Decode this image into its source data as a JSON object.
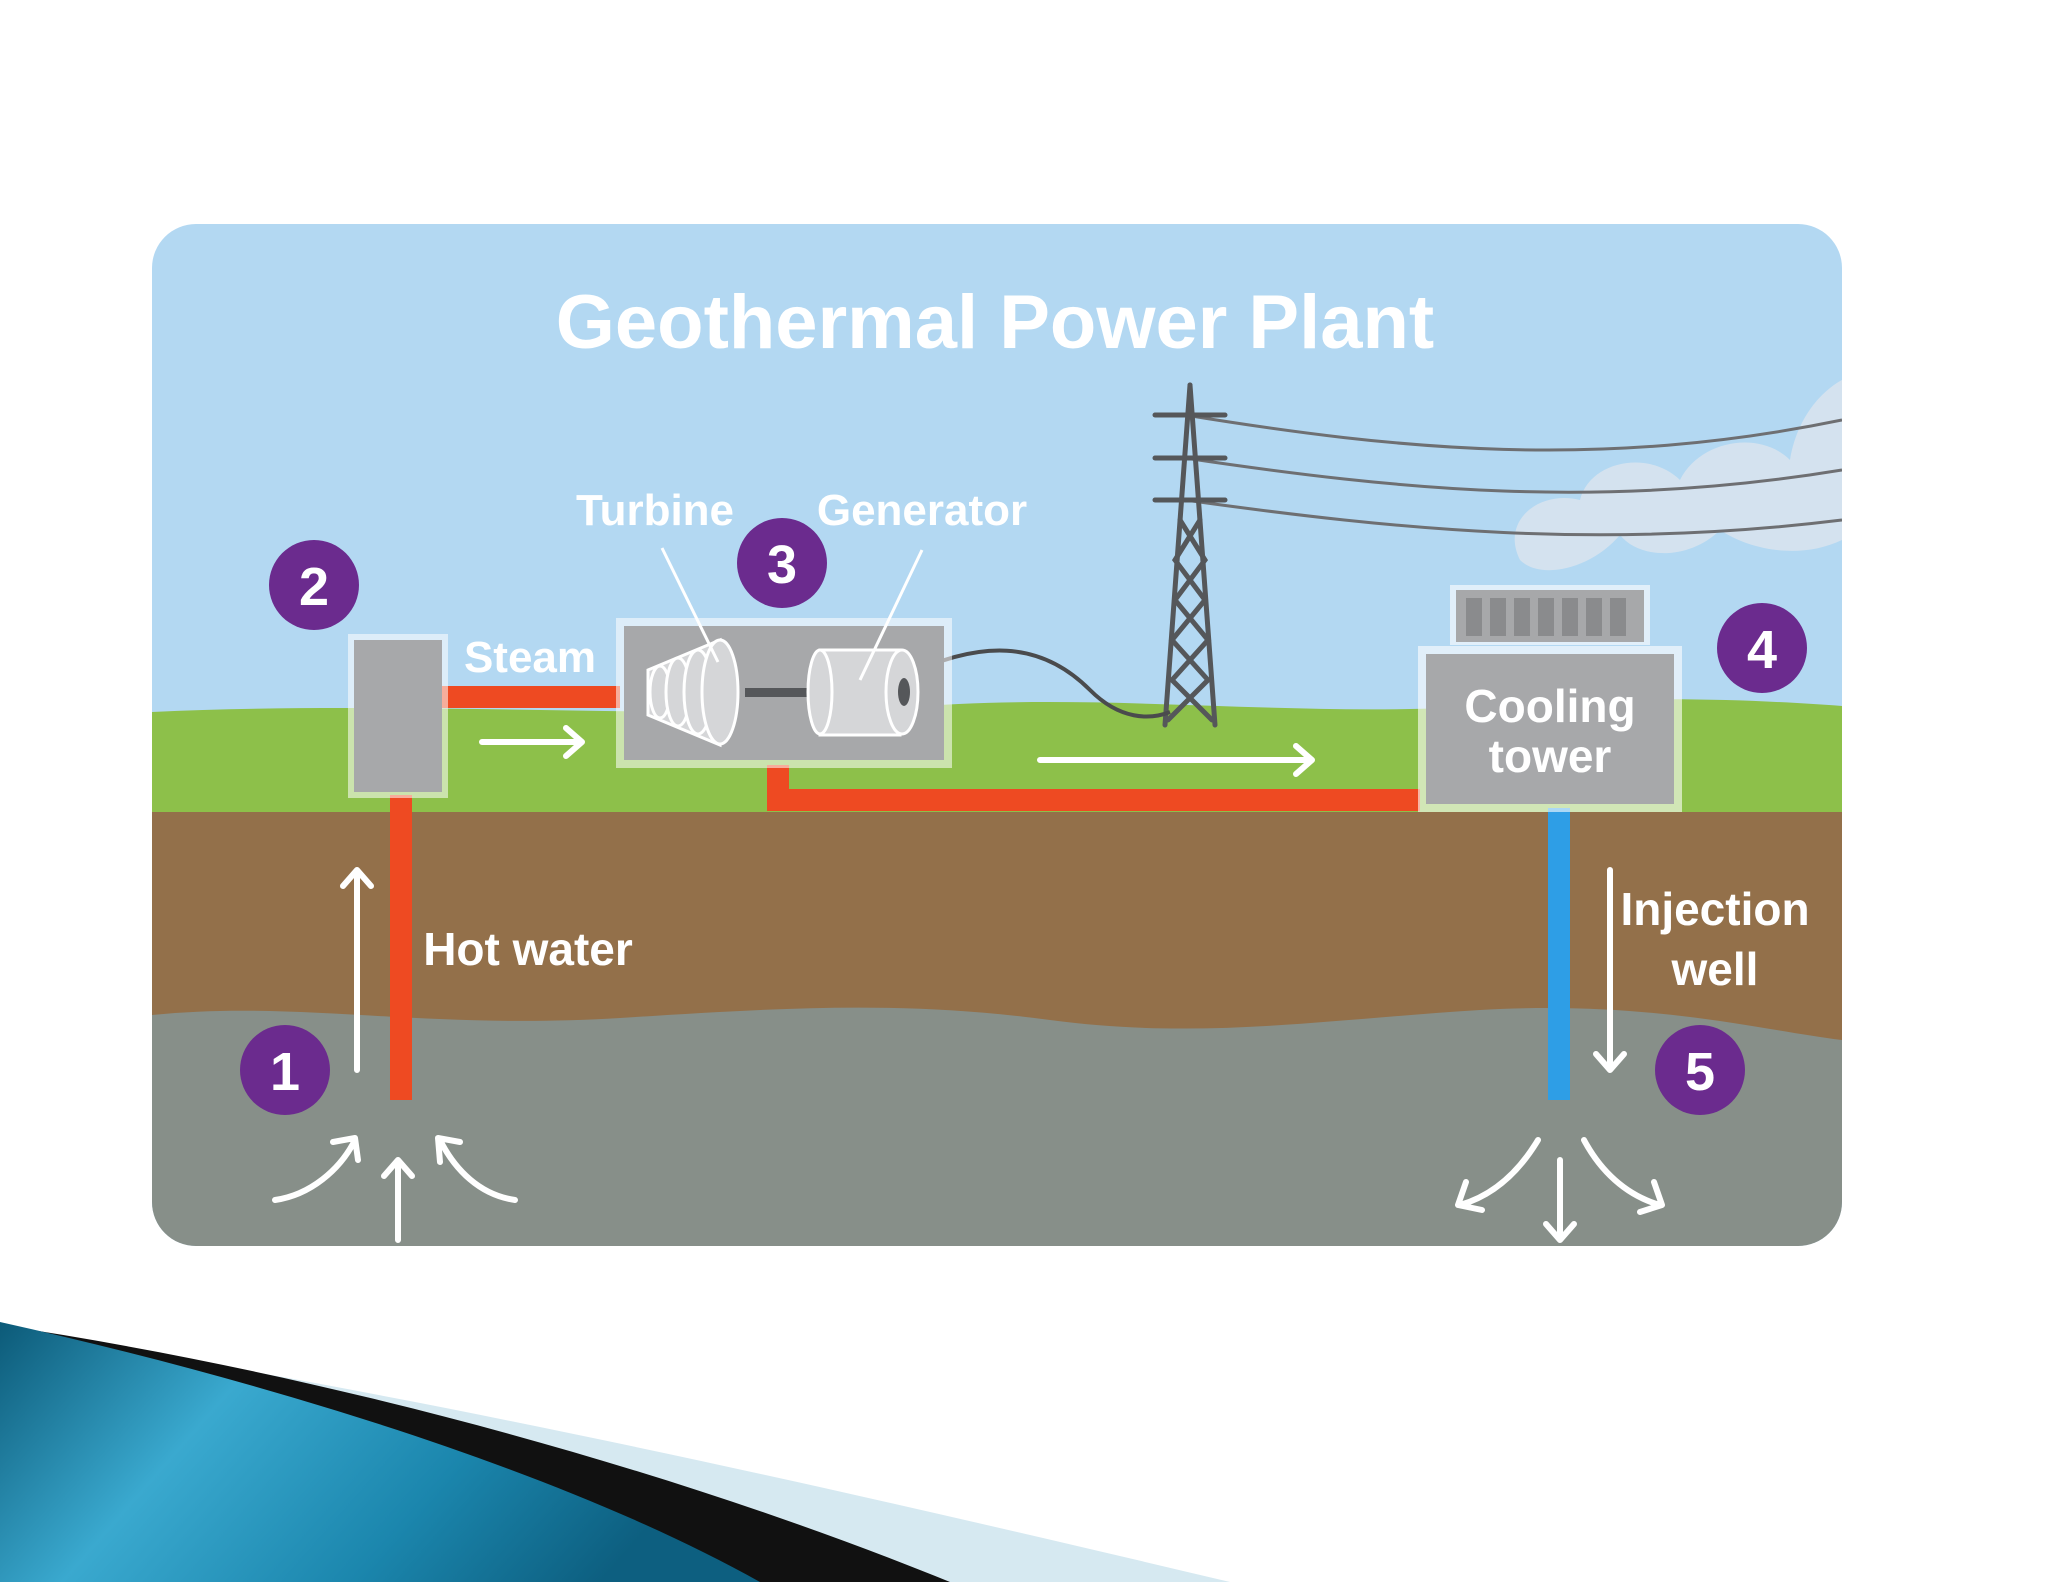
{
  "diagram": {
    "title": "Geothermal Power Plant",
    "steps": [
      {
        "number": "1"
      },
      {
        "number": "2"
      },
      {
        "number": "3"
      },
      {
        "number": "4"
      },
      {
        "number": "5"
      }
    ],
    "labels": {
      "turbine": "Turbine",
      "generator": "Generator",
      "steam": "Steam",
      "hot_water": "Hot water",
      "cooling_tower_line1": "Cooling",
      "cooling_tower_line2": "tower",
      "injection_well_line1": "Injection",
      "injection_well_line2": "well"
    },
    "colors": {
      "sky": "#b3d8f2",
      "grass": "#8dc04a",
      "soil": "#93704a",
      "rock": "#878f89",
      "hot_pipe": "#ee4a22",
      "cold_pipe": "#2e9ee6",
      "step_badge": "#6b2b8e",
      "equipment": "#a7a8aa",
      "slide_accent": "#1d7fa6"
    }
  }
}
